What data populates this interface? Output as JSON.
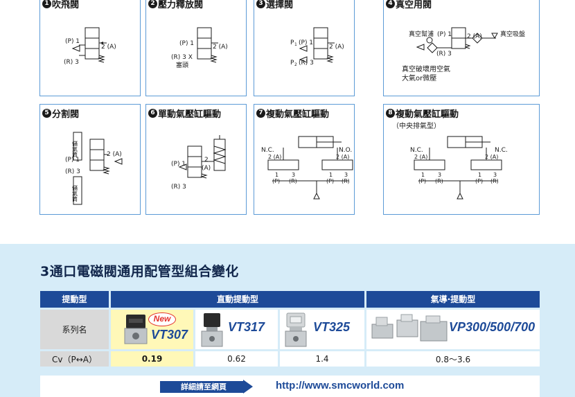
{
  "cards": [
    {
      "num": "1",
      "title": "吹飛閥"
    },
    {
      "num": "2",
      "title": "壓力釋放閥"
    },
    {
      "num": "3",
      "title": "選擇閥"
    },
    {
      "num": "4",
      "title": "真空用閥"
    },
    {
      "num": "5",
      "title": "分割閥"
    },
    {
      "num": "6",
      "title": "單動氣壓缸驅動"
    },
    {
      "num": "7",
      "title": "複動氣壓缸驅動"
    },
    {
      "num": "8",
      "title": "複動氣壓缸驅動",
      "subtitle": "（中央排氣型）"
    }
  ],
  "labels": {
    "p1": "(P) 1",
    "two_a": "2 (A)",
    "r3": "(R) 3",
    "r3x": "(R) 3  X",
    "plug": "塞頭",
    "p1_sel": "P",
    "p1_sel_sub": "1",
    "p2_sel": "P",
    "p2_sel_sub": "2",
    "vac_break": "真空幫浦",
    "vac_pad": "真空吸盤",
    "vac_note1": "真空破壞用空氣",
    "vac_note2": "大氣or微壓",
    "tank": "儲氣筒",
    "two": "2",
    "a_paren": "(A)",
    "nc": "N.C.",
    "no": "N.O.",
    "one": "1",
    "three": "3",
    "p_paren": "(P)",
    "r_paren": "(R)"
  },
  "section": {
    "title": "3通口電磁閥通用配管型組合變化"
  },
  "table": {
    "headers": {
      "col1": "提動型",
      "direct": "直動提動型",
      "pilot": "氣導·提動型"
    },
    "series_label": "系列名",
    "cv_label": "Cv（P↔A）",
    "new_badge": "New",
    "products": [
      {
        "name": "VT307",
        "cv": "0.19"
      },
      {
        "name": "VT317",
        "cv": "0.62"
      },
      {
        "name": "VT325",
        "cv": "1.4"
      },
      {
        "name": "VP300/500/700",
        "cv": "0.8〜3.6"
      }
    ]
  },
  "link": {
    "button": "詳細請至網頁",
    "url": "http://www.smcworld.com"
  },
  "colors": {
    "brand_blue": "#1d4a98",
    "card_border": "#5b9ad6",
    "bottom_bg": "#d6ecf8",
    "highlight": "#fff8b8",
    "new_red": "#e4322b"
  }
}
